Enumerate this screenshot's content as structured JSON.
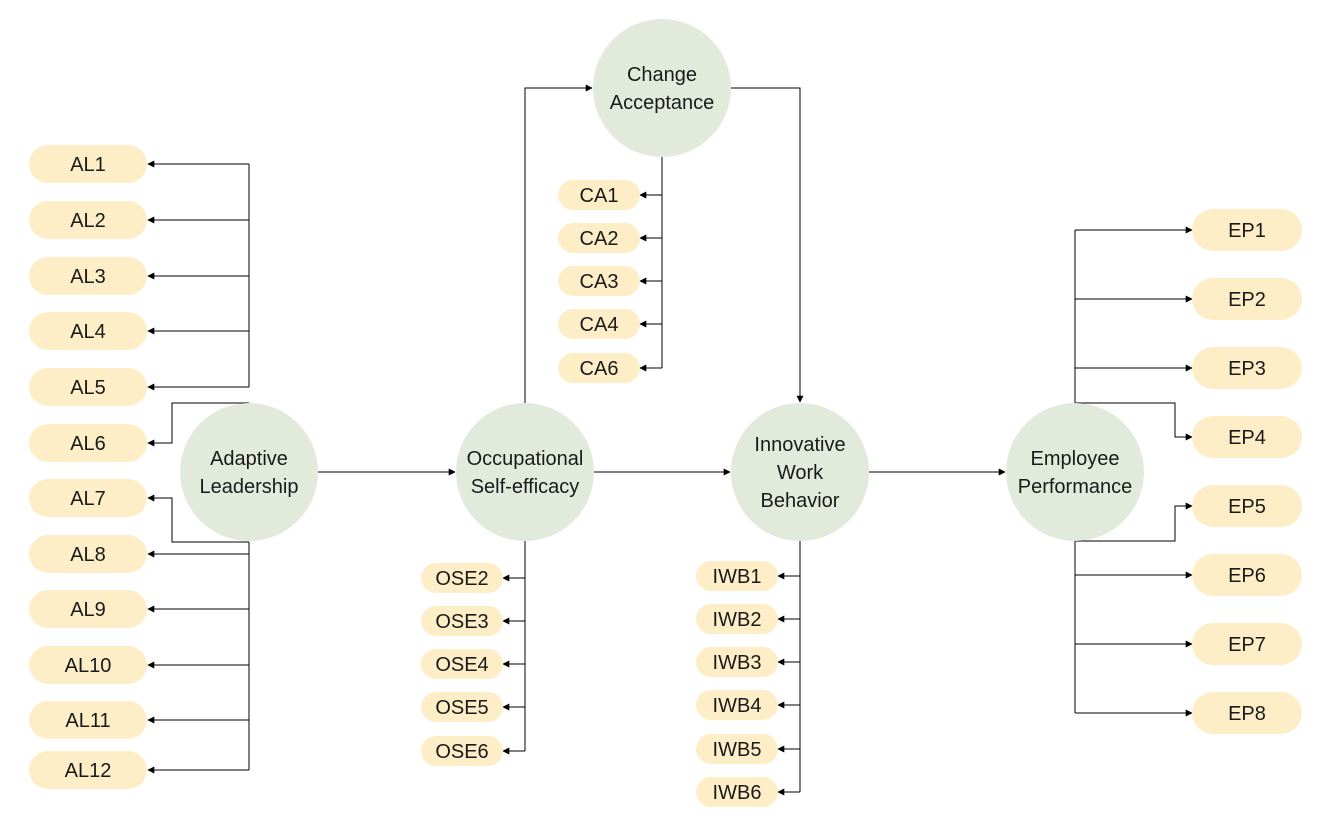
{
  "colors": {
    "construct_fill": "#e2ebdb",
    "indicator_fill": "#fdeec8",
    "line": "#000000",
    "text": "#1a1a1a"
  },
  "constructs": {
    "al": {
      "lines": [
        "Adaptive",
        "Leadership"
      ]
    },
    "ose": {
      "lines": [
        "Occupational",
        "Self-efficacy"
      ]
    },
    "ca": {
      "lines": [
        "Change",
        "Acceptance"
      ]
    },
    "iwb": {
      "lines": [
        "Innovative",
        "Work",
        "Behavior"
      ]
    },
    "ep": {
      "lines": [
        "Employee",
        "Performance"
      ]
    }
  },
  "indicators": {
    "al": [
      "AL1",
      "AL2",
      "AL3",
      "AL4",
      "AL5",
      "AL6",
      "AL7",
      "AL8",
      "AL9",
      "AL10",
      "AL11",
      "AL12"
    ],
    "ca": [
      "CA1",
      "CA2",
      "CA3",
      "CA4",
      "CA6"
    ],
    "ose": [
      "OSE2",
      "OSE3",
      "OSE4",
      "OSE5",
      "OSE6"
    ],
    "iwb": [
      "IWB1",
      "IWB2",
      "IWB3",
      "IWB4",
      "IWB5",
      "IWB6"
    ],
    "ep": [
      "EP1",
      "EP2",
      "EP3",
      "EP4",
      "EP5",
      "EP6",
      "EP7",
      "EP8"
    ]
  },
  "paths": [
    {
      "from": "al",
      "to": "ose"
    },
    {
      "from": "ose",
      "to": "ca"
    },
    {
      "from": "ca",
      "to": "iwb"
    },
    {
      "from": "ose",
      "to": "iwb"
    },
    {
      "from": "iwb",
      "to": "ep"
    }
  ]
}
